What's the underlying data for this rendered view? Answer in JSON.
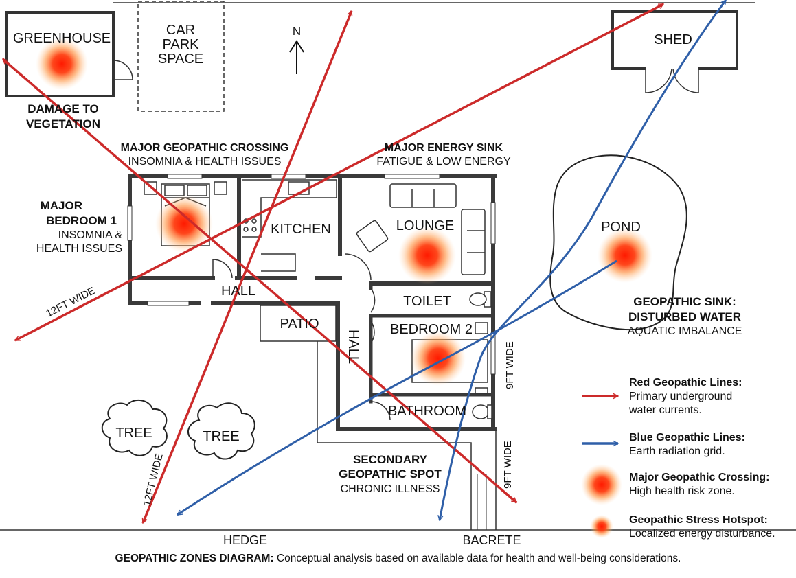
{
  "labels": {
    "greenhouse": "GREENHOUSE",
    "car_park": [
      "CAR",
      "PARK",
      "SPACE"
    ],
    "north": "N",
    "shed": "SHED",
    "damage": [
      "DAMAGE TO",
      "VEGETATION"
    ],
    "crossing_title": "MAJOR GEOPATHIC CROSSING",
    "crossing_sub": "INSOMNIA & HEALTH ISSUES",
    "sink_title": "MAJOR ENERGY SINK",
    "sink_sub": "FATIGUE & LOW ENERGY",
    "bedroom1": [
      "MAJOR",
      "BEDROOM 1"
    ],
    "bedroom1_note": [
      "INSOMNIA &",
      "HEALTH ISSUES"
    ],
    "kitchen": "KITCHEN",
    "lounge": "LOUNGE",
    "pond": "POND",
    "hall_top": "HALL",
    "toilet": "TOILET",
    "patio": "PATIO",
    "hall_side": "HALL",
    "bedroom2": "BEDROOM 2",
    "bathroom": "BATHROOM",
    "geosink_title": [
      "GEOPATHIC SINK:",
      "DISTURBED WATER"
    ],
    "geosink_sub": "AQUATIC IMBALANCE",
    "tree1": "TREE",
    "tree2": "TREE",
    "secondary_title": [
      "SECONDARY",
      "GEOPATHIC SPOT"
    ],
    "secondary_sub": "CHRONIC ILLNESS",
    "hedge": "HEDGE",
    "bacrete": "BACRETE",
    "dim_left": "12FT WIDE",
    "dim_bottom": "12FT WIDE",
    "dim_bed2": "9FT WIDE",
    "dim_lower": "9FT WIDE"
  },
  "legend": [
    {
      "title": "Red Geopathic Lines:",
      "lines": [
        "Primary underground",
        "water currents."
      ],
      "icon": "red-arrow"
    },
    {
      "title": "Blue Geopathic Lines:",
      "lines": [
        "Earth radiation grid."
      ],
      "icon": "blue-arrow"
    },
    {
      "title": "Major Geopathic Crossing:",
      "lines": [
        "High health risk zone."
      ],
      "icon": "large-hotspot"
    },
    {
      "title": "Geopathic Stress Hotspot:",
      "lines": [
        "Localized energy disturbance."
      ],
      "icon": "small-hotspot"
    }
  ],
  "footer": {
    "bold": "GEOPATHIC ZONES DIAGRAM:",
    "text": " Conceptual analysis based on available data for health and well-being considerations."
  },
  "colors": {
    "red_line": "#cc2a2a",
    "blue_line": "#2f5fa8",
    "hotspot_core": "#ff2a00",
    "hotspot_mid": "#ff7a1a",
    "wall": "#3a3a3a"
  }
}
